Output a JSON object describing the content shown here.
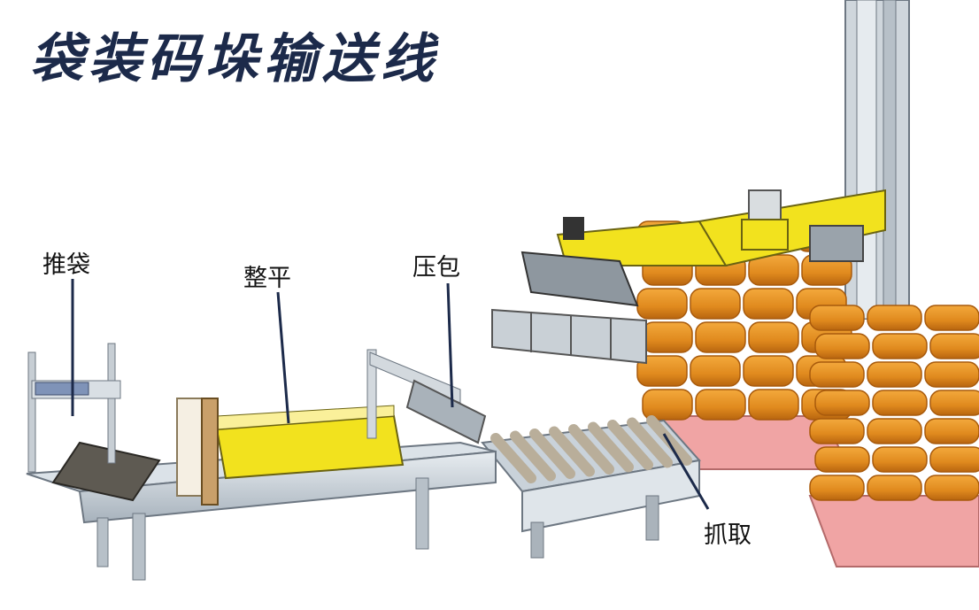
{
  "title": "袋装码垛输送线",
  "labels": {
    "push": "推袋",
    "level": "整平",
    "press": "压包",
    "grab": "抓取"
  },
  "colors": {
    "title": "#1c2a4a",
    "bag": "#e08a1e",
    "bag_dark": "#a85a0c",
    "yellow": "#f2e21e",
    "frame": "#b9c3cc",
    "pallet": "#f0a4a4",
    "leader": "#1c2a4a"
  }
}
